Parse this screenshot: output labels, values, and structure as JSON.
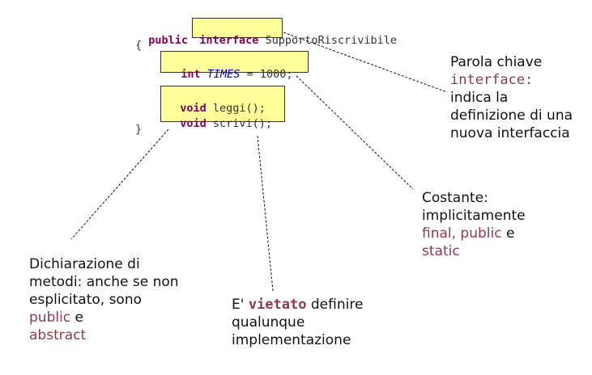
{
  "code": {
    "line1_public": "public",
    "line1_interface": "interface",
    "line1_name": "SupportoRiscrivibile",
    "open_brace": "{",
    "const_type": "int",
    "const_name": "TIMES",
    "const_rest": " = 1000;",
    "m1_type": "void",
    "m1_name": " leggi();",
    "m2_type": "void",
    "m2_name": " scrivi();",
    "close_brace": "}"
  },
  "notes": {
    "interface_title": "Parola chiave",
    "interface_kw": "interface:",
    "interface_desc": "indica la definizione di una nuova interfaccia",
    "const_title": "Costante:",
    "const_desc1": "implicitamente",
    "const_mod1": "final, public",
    "const_e": " e",
    "const_mod2": "static",
    "methods_title": "Dichiarazione di metodi:",
    "methods_desc": " anche se non esplicitato, sono ",
    "methods_mod1": "public",
    "methods_e": " e",
    "methods_mod2": "abstract",
    "forbid_pre": "E' ",
    "forbid_kw": "vietato",
    "forbid_desc": " definire qualunque implementazione"
  },
  "colors": {
    "keyword": "#7f0055",
    "accent": "#8b3a4f",
    "highlight": "#ffff99"
  }
}
